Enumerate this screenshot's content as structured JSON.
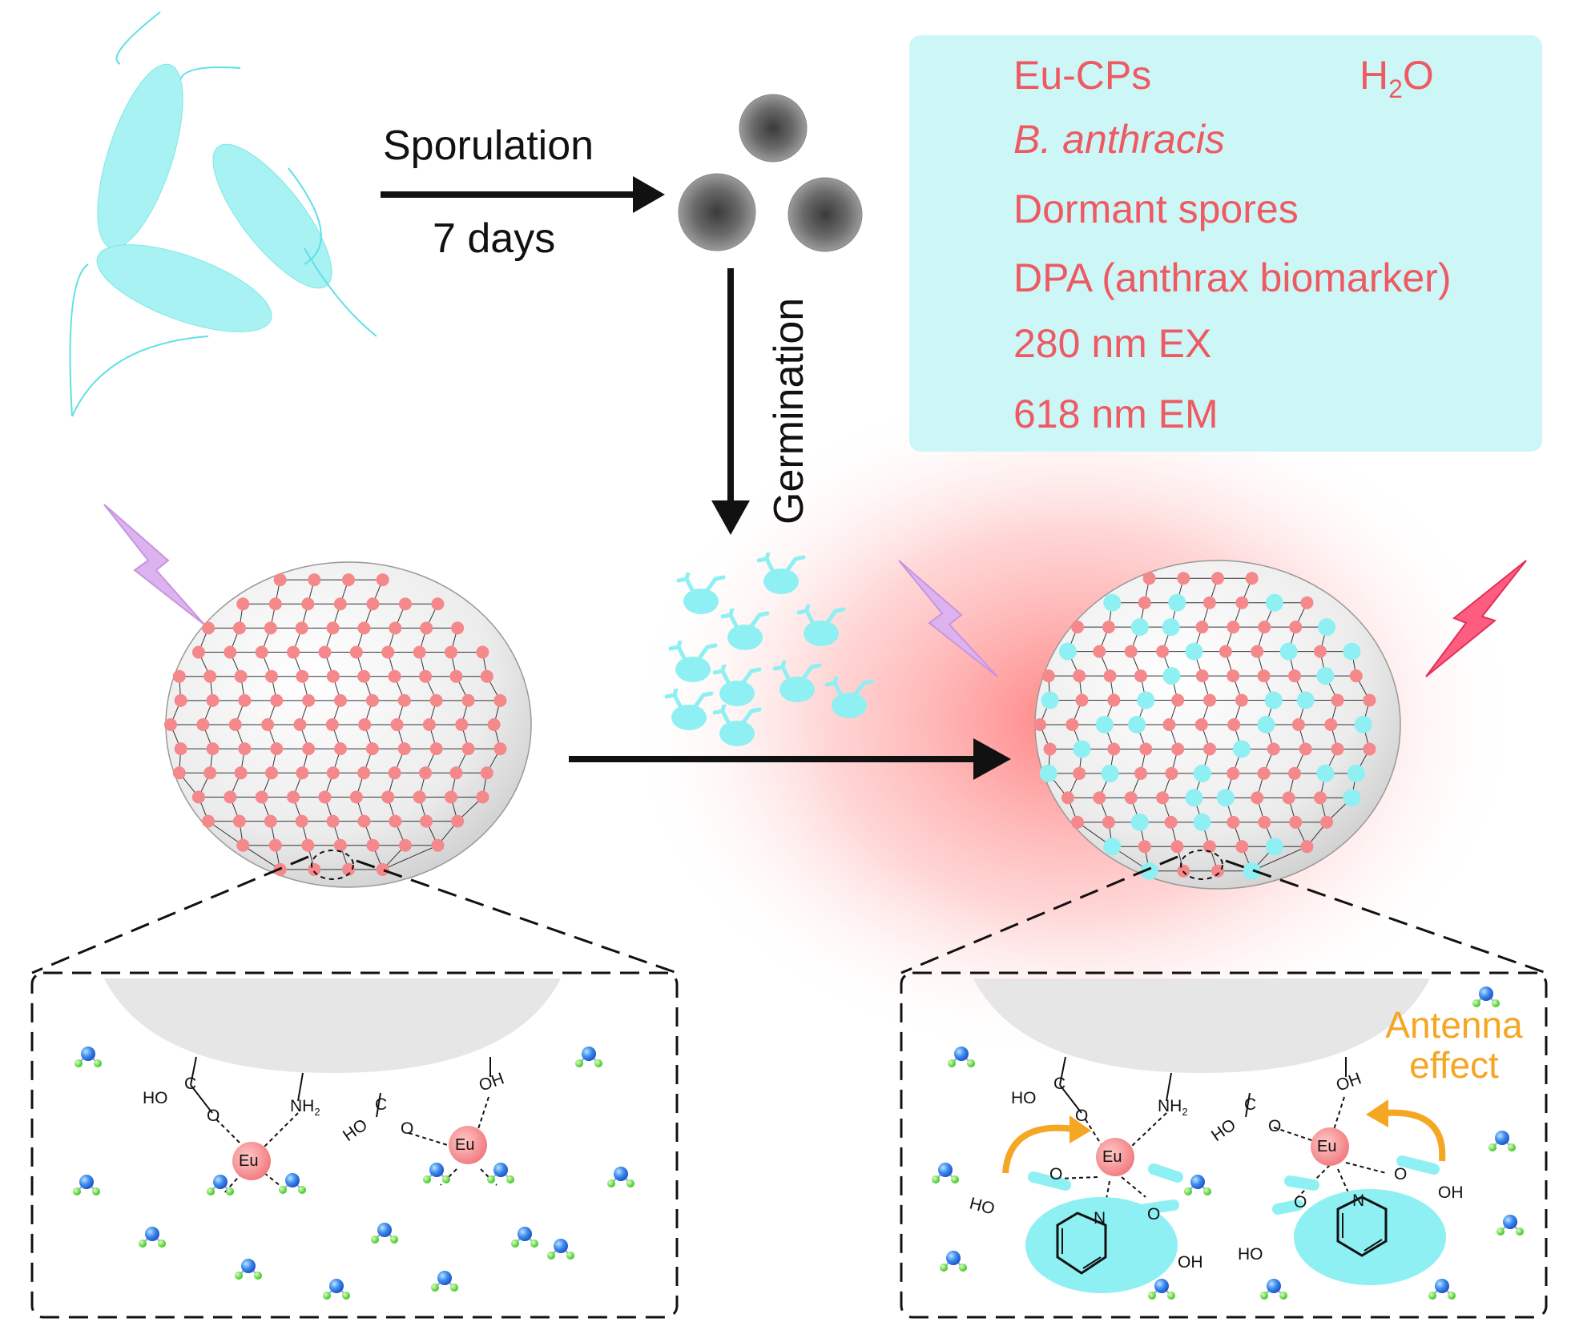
{
  "process": {
    "sporulation_label": "Sporulation",
    "sporulation_time": "7 days",
    "germination_label": "Germination"
  },
  "legend": {
    "eu_cps": "Eu-CPs",
    "water": "H",
    "water_sub": "2",
    "water_tail": "O",
    "bacteria": "B. anthracis",
    "spores": "Dormant spores",
    "dpa": "DPA (anthrax biomarker)",
    "excitation": "280 nm EX",
    "emission": "618 nm EM"
  },
  "left_inset": {
    "metal": [
      "Eu",
      "Eu"
    ],
    "groups": [
      "HO",
      "C",
      "O",
      "NH",
      "2",
      "HO",
      "C",
      "O",
      "OH"
    ]
  },
  "right_inset": {
    "metal": [
      "Eu",
      "Eu"
    ],
    "groups": [
      "HO",
      "C",
      "O",
      "NH",
      "2",
      "HO",
      "C",
      "O",
      "OH"
    ],
    "dpa_groups": [
      "HO",
      "O",
      "O",
      "OH",
      "N",
      "HO",
      "O",
      "O",
      "OH",
      "N"
    ],
    "antenna_label": [
      "Antenna",
      "effect"
    ]
  },
  "colors": {
    "eu_red": "#ee5a62",
    "eu_node": "#f5888b",
    "cyan": "#8ef0f2",
    "legend_bg": "#cdf6f7",
    "glow": "#ff8a8a",
    "orange": "#f5a623",
    "lilac": "#d9a6e8",
    "pink_bolt": "#ff5d7f"
  },
  "icons": [
    "bacteria-icon",
    "spore-icon",
    "dpa-molecule-icon",
    "water-molecule-icon",
    "excitation-bolt-icon",
    "emission-bolt-icon",
    "sphere-icon",
    "arrow-icon"
  ]
}
